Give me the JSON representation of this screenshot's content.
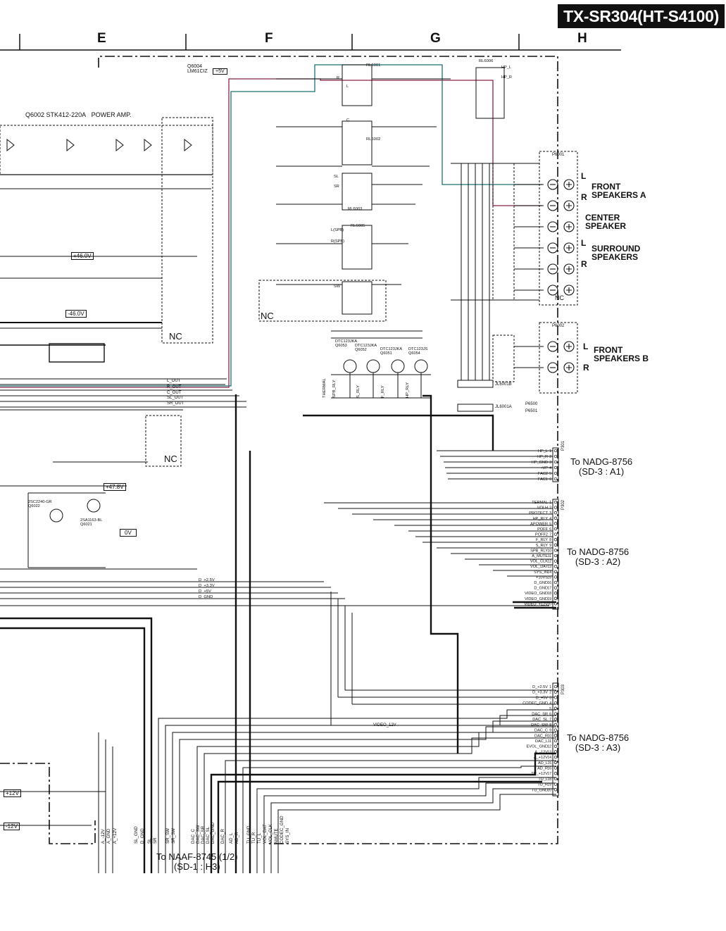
{
  "header": {
    "title": "TX-SR304(HT-S4100)",
    "zones": [
      "E",
      "F",
      "G",
      "H"
    ]
  },
  "power_amp": {
    "designator": "Q6002",
    "part": "STK412-220A",
    "description": "POWER AMP."
  },
  "regulator": {
    "designator": "Q6004",
    "part": "LM61CIZ",
    "supply": "+5V"
  },
  "rail_labels": [
    "+46.0V",
    "-46.0V",
    "+47.8V",
    "0V",
    "+12V",
    "-12V",
    "+5V"
  ],
  "nc_labels": [
    "NC",
    "NC",
    "NC",
    "NC"
  ],
  "relays": [
    "RL6001",
    "RL6002",
    "RL6003",
    "RL6005",
    "RL6006"
  ],
  "relay_channels": [
    "L",
    "R",
    "C",
    "SL",
    "SR",
    "L(SPB)",
    "R(SPB)",
    "SW",
    "HP_L",
    "HP_R"
  ],
  "transistors": [
    {
      "ref": "Q6053",
      "part": "DTC123JKA"
    },
    {
      "ref": "Q6052",
      "part": "DTC123JKA"
    },
    {
      "ref": "Q6051",
      "part": "DTC123JKA"
    },
    {
      "ref": "Q6054",
      "part": "DTC123JS"
    },
    {
      "ref": "Q6022",
      "part": "2SC2240-GR"
    },
    {
      "ref": "Q6021",
      "part": "2SA1163-BL"
    }
  ],
  "relay_drive_labels": [
    "THERMAL",
    "SPB_RLY",
    "S_RLY",
    "F_RLY",
    "HP_RLY"
  ],
  "amp_output_labels": [
    "L_OUT",
    "R_OUT",
    "C_OUT",
    "SL_OUT",
    "SR_OUT"
  ],
  "supply_labels": [
    "D_+2.5V",
    "D_+3.3V",
    "D_+5V",
    "D_GND"
  ],
  "speakers": {
    "front_a": {
      "label": "FRONT\nSPEAKERS A",
      "channels": [
        "L",
        "R"
      ]
    },
    "center": {
      "label": "CENTER\nSPEAKER"
    },
    "surround": {
      "label": "SURROUND\nSPEAKERS",
      "channels": [
        "L",
        "R"
      ]
    },
    "front_b": {
      "label": "FRONT\nSPEAKERS B",
      "channels": [
        "L",
        "R"
      ]
    },
    "terminal_nc": "NC",
    "terminals": [
      "P6001",
      "P6002"
    ]
  },
  "jumpers": [
    "JL6001B",
    "JL6001A",
    "P6500",
    "P6501"
  ],
  "connectors": [
    {
      "ref": "P301",
      "destination": "To NADG-8756\n(SD-3 : A1)",
      "pins": [
        "HP_L",
        "HP_R",
        "HP_GND",
        "-VP",
        "FAC2",
        "FAC1"
      ]
    },
    {
      "ref": "P302",
      "destination": "To NADG-8756\n(SD-3 : A2)",
      "pins": [
        "TERMAL",
        "VOLH",
        "PROTECT",
        "HP_RLY",
        "APOWER",
        "POFF",
        "POFF2",
        "F_RLY",
        "S_RLY",
        "SPB_RLY",
        "A_MUTE",
        "VOL_CLK",
        "VOL_DAT",
        "SYS_IN",
        "+10VS",
        "D_GND",
        "D_GND",
        "VIDEO_GND",
        "VIDEO_GND",
        "VIDEO_+12V"
      ]
    },
    {
      "ref": "P303",
      "destination": "To NADG-8756\n(SD-3 : A3)",
      "pins": [
        "D_+2.5V",
        "D_+3.3V",
        "D_+5V",
        "CODEC_GND",
        "",
        "DAC_SR",
        "DAC_SL",
        "DAC_SW",
        "DAC_C",
        "DAC_R",
        "DAC_L",
        "EVOL_GND",
        "A_-12V",
        "A_+12V",
        "AD_L",
        "AD_R",
        "TU_+12V",
        "TU_L",
        "TU_R",
        "TU_GND"
      ]
    }
  ],
  "video_label": "VIDEO_12V",
  "bottom_bus": {
    "labels": [
      "A_-12V",
      "A_GND",
      "A_+12V",
      "SL_GND",
      "D_GND",
      "SL",
      "SR",
      "SR_SW",
      "SR_SW",
      "DAC_C",
      "DAC_SW",
      "DAC_SR",
      "DAC_SL",
      "DAC_GND",
      "DAC_R",
      "AD_L",
      "AD_R",
      "TU_GND",
      "TU_R",
      "TU_L",
      "VOL_DAT",
      "VOL_CLK",
      "AMUTE",
      "CODEC_GND",
      "SYS_IN"
    ],
    "destination": "To NAAF-8745 (1/2)\n(SD-1 : H3)"
  },
  "colors": {
    "ink": "#111111",
    "teal": "#1a6f78",
    "maroon": "#8a2346",
    "title_bg": "#111111"
  }
}
